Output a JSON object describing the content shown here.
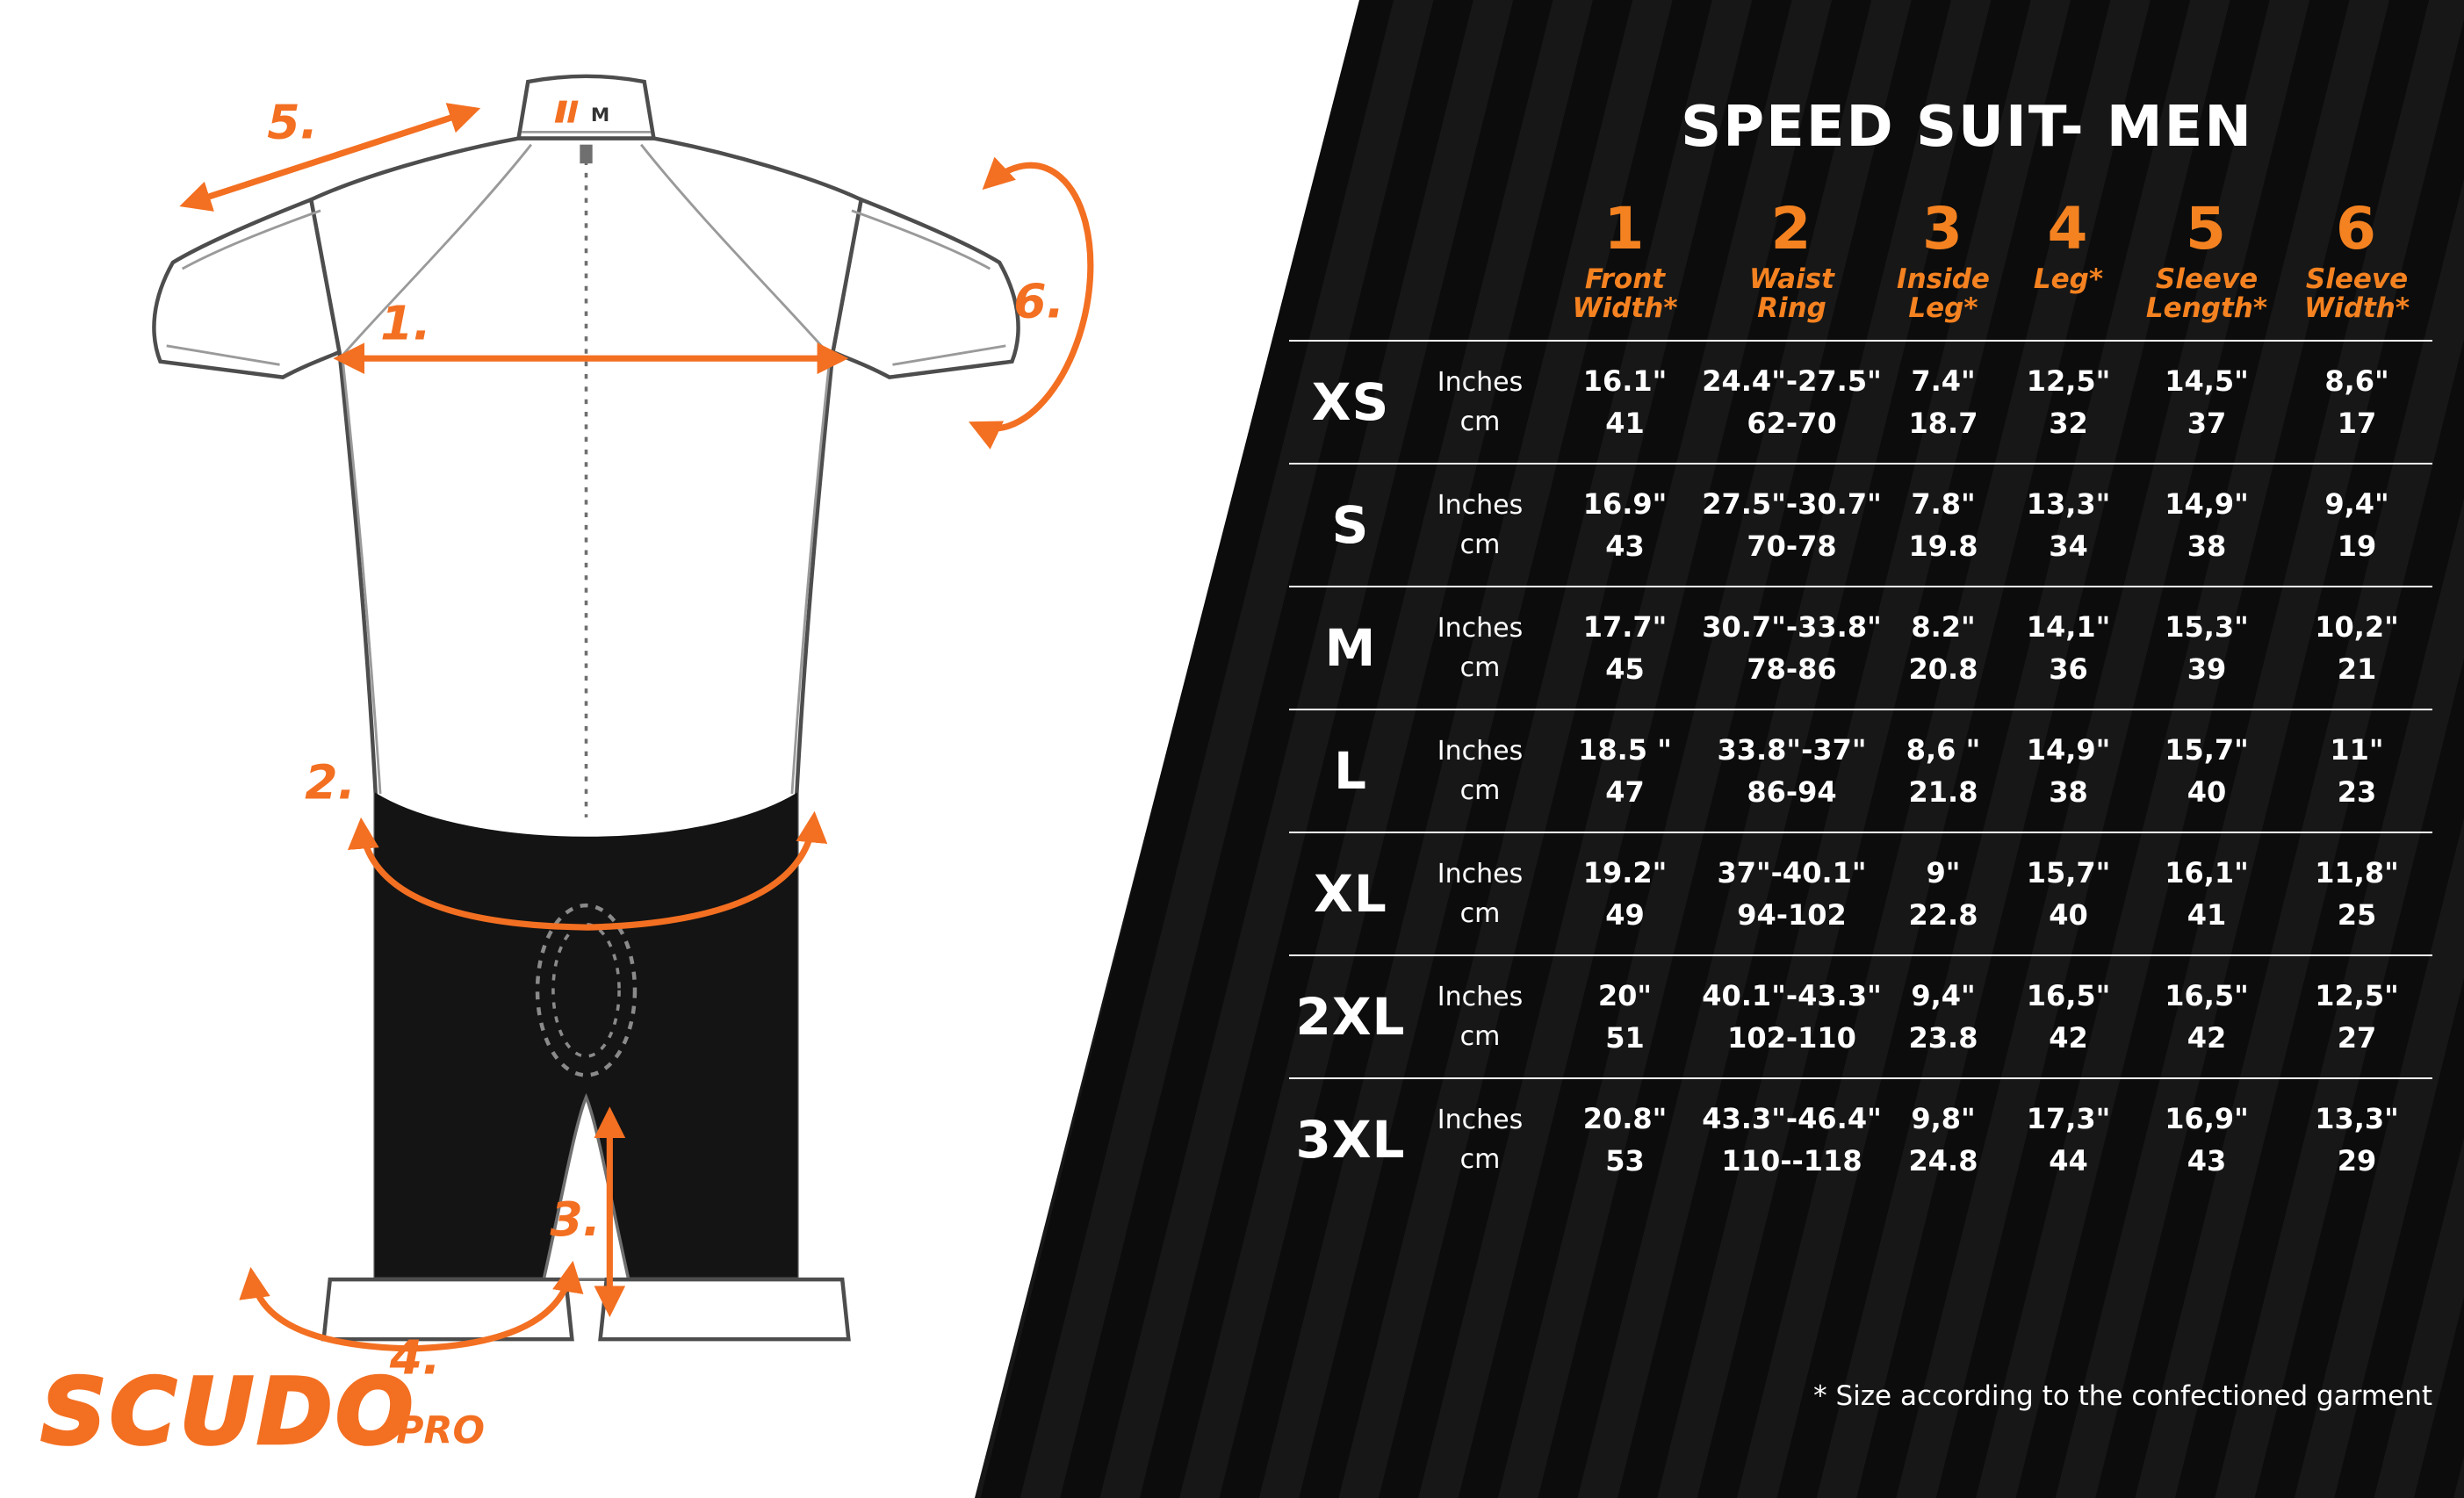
{
  "colors": {
    "accent_orange": "#F36F21",
    "header_orange": "#F58220",
    "panel_black": "#0C0C0C",
    "panel_stripe": "#171717",
    "table_text": "#FFFFFF"
  },
  "diagram": {
    "arrow_labels": {
      "a1": "1.",
      "a2": "2.",
      "a3": "3.",
      "a4": "4.",
      "a5": "5.",
      "a6": "6."
    },
    "collar_size_tag": "M",
    "logo": {
      "scudo": "SCUDO",
      "pro": "PRO"
    }
  },
  "chart_data": {
    "type": "table",
    "title": "SPEED SUIT- MEN",
    "columns": [
      {
        "num": "1",
        "label": "Front\nWidth*"
      },
      {
        "num": "2",
        "label": "Waist\nRing"
      },
      {
        "num": "3",
        "label": "Inside\nLeg*"
      },
      {
        "num": "4",
        "label": "Leg*"
      },
      {
        "num": "5",
        "label": "Sleeve\nLength*"
      },
      {
        "num": "6",
        "label": "Sleeve\nWidth*"
      }
    ],
    "rows": [
      {
        "size": "XS",
        "unit_top": "Inches",
        "unit_bottom": "cm",
        "values": [
          {
            "in": "16.1\"",
            "cm": "41"
          },
          {
            "in": "24.4\"-27.5\"",
            "cm": "62-70"
          },
          {
            "in": "7.4\"",
            "cm": "18.7"
          },
          {
            "in": "12,5\"",
            "cm": "32"
          },
          {
            "in": "14,5\"",
            "cm": "37"
          },
          {
            "in": "8,6\"",
            "cm": "17"
          }
        ]
      },
      {
        "size": "S",
        "unit_top": "Inches",
        "unit_bottom": "cm",
        "values": [
          {
            "in": "16.9\"",
            "cm": "43"
          },
          {
            "in": "27.5\"-30.7\"",
            "cm": "70-78"
          },
          {
            "in": "7.8\"",
            "cm": "19.8"
          },
          {
            "in": "13,3\"",
            "cm": "34"
          },
          {
            "in": "14,9\"",
            "cm": "38"
          },
          {
            "in": "9,4\"",
            "cm": "19"
          }
        ]
      },
      {
        "size": "M",
        "unit_top": "Inches",
        "unit_bottom": "cm",
        "values": [
          {
            "in": "17.7\"",
            "cm": "45"
          },
          {
            "in": "30.7\"-33.8\"",
            "cm": "78-86"
          },
          {
            "in": "8.2\"",
            "cm": "20.8"
          },
          {
            "in": "14,1\"",
            "cm": "36"
          },
          {
            "in": "15,3\"",
            "cm": "39"
          },
          {
            "in": "10,2\"",
            "cm": "21"
          }
        ]
      },
      {
        "size": "L",
        "unit_top": "Inches",
        "unit_bottom": "cm",
        "values": [
          {
            "in": "18.5 \"",
            "cm": "47"
          },
          {
            "in": "33.8\"-37\"",
            "cm": "86-94"
          },
          {
            "in": "8,6 \"",
            "cm": "21.8"
          },
          {
            "in": "14,9\"",
            "cm": "38"
          },
          {
            "in": "15,7\"",
            "cm": "40"
          },
          {
            "in": "11\"",
            "cm": "23"
          }
        ]
      },
      {
        "size": "XL",
        "unit_top": "Inches",
        "unit_bottom": "cm",
        "values": [
          {
            "in": "19.2\"",
            "cm": "49"
          },
          {
            "in": "37\"-40.1\"",
            "cm": "94-102"
          },
          {
            "in": "9\"",
            "cm": "22.8"
          },
          {
            "in": "15,7\"",
            "cm": "40"
          },
          {
            "in": "16,1\"",
            "cm": "41"
          },
          {
            "in": "11,8\"",
            "cm": "25"
          }
        ]
      },
      {
        "size": "2XL",
        "unit_top": "Inches",
        "unit_bottom": "cm",
        "values": [
          {
            "in": "20\"",
            "cm": "51"
          },
          {
            "in": "40.1\"-43.3\"",
            "cm": "102-110"
          },
          {
            "in": "9,4\"",
            "cm": "23.8"
          },
          {
            "in": "16,5\"",
            "cm": "42"
          },
          {
            "in": "16,5\"",
            "cm": "42"
          },
          {
            "in": "12,5\"",
            "cm": "27"
          }
        ]
      },
      {
        "size": "3XL",
        "unit_top": "Inches",
        "unit_bottom": "cm",
        "values": [
          {
            "in": "20.8\"",
            "cm": "53"
          },
          {
            "in": "43.3\"-46.4\"",
            "cm": "110--118"
          },
          {
            "in": "9,8\"",
            "cm": "24.8"
          },
          {
            "in": "17,3\"",
            "cm": "44"
          },
          {
            "in": "16,9\"",
            "cm": "43"
          },
          {
            "in": "13,3\"",
            "cm": "29"
          }
        ]
      }
    ],
    "footnote": "* Size according to the confectioned garment"
  }
}
